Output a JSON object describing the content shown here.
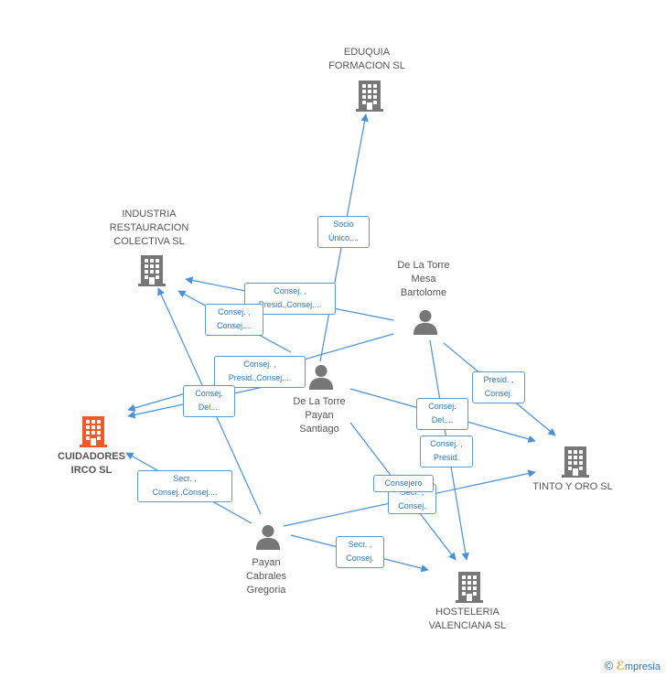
{
  "colors": {
    "edge": "#4a90d9",
    "company": "#777777",
    "company_main": "#f05a28",
    "person": "#777777",
    "label_border": "#5b9bd5",
    "label_text": "#2e75b6"
  },
  "nodes": {
    "eduquia": {
      "type": "company",
      "label": "EDUQUIA\nFORMACION SL",
      "icon": "building-icon"
    },
    "industria": {
      "type": "company",
      "label": "INDUSTRIA\nRESTAURACION\nCOLECTIVA SL",
      "icon": "building-icon"
    },
    "cuidadores": {
      "type": "company_main",
      "label": "CUIDADORES\nIRCO SL",
      "icon": "building-icon"
    },
    "tinto": {
      "type": "company",
      "label": "TINTO Y ORO SL",
      "icon": "building-icon"
    },
    "hosteleria": {
      "type": "company",
      "label": "HOSTELERIA\nVALENCIANA SL",
      "icon": "building-icon"
    },
    "bartolome": {
      "type": "person",
      "label": "De La Torre\nMesa\nBartolome",
      "icon": "person-icon"
    },
    "santiago": {
      "type": "person",
      "label": "De La Torre\nPayan\nSantiago",
      "icon": "person-icon"
    },
    "gregoria": {
      "type": "person",
      "label": "Payan\nCabrales\nGregoria",
      "icon": "person-icon"
    }
  },
  "edge_labels": {
    "socio": "Socio\nÚnico,...",
    "consej_presid_consej": "Consej. ,\nPresid.,Consej....",
    "consej_consej": "Consej. ,\nConsej....",
    "consej_presid_consej_2": "Consej. ,\nPresid.,Consej....",
    "consej_del": "Consej.\nDel....",
    "presid_consej": "Presid. ,\nConsej.",
    "consej_del_2": "Consej.\nDel....",
    "consej_presid": "Consej. ,\nPresid.",
    "secr_consej_consej": "Secr. ,\nConsej.,Consej....",
    "consejero": "Consejero",
    "secr_consej_hidden": "Secr. ,\nConsej.",
    "secr_consej": "Secr. ,\nConsej."
  },
  "footer": {
    "copyright": "©",
    "brand_e": "ℰ",
    "brand_rest": "mpresia"
  }
}
